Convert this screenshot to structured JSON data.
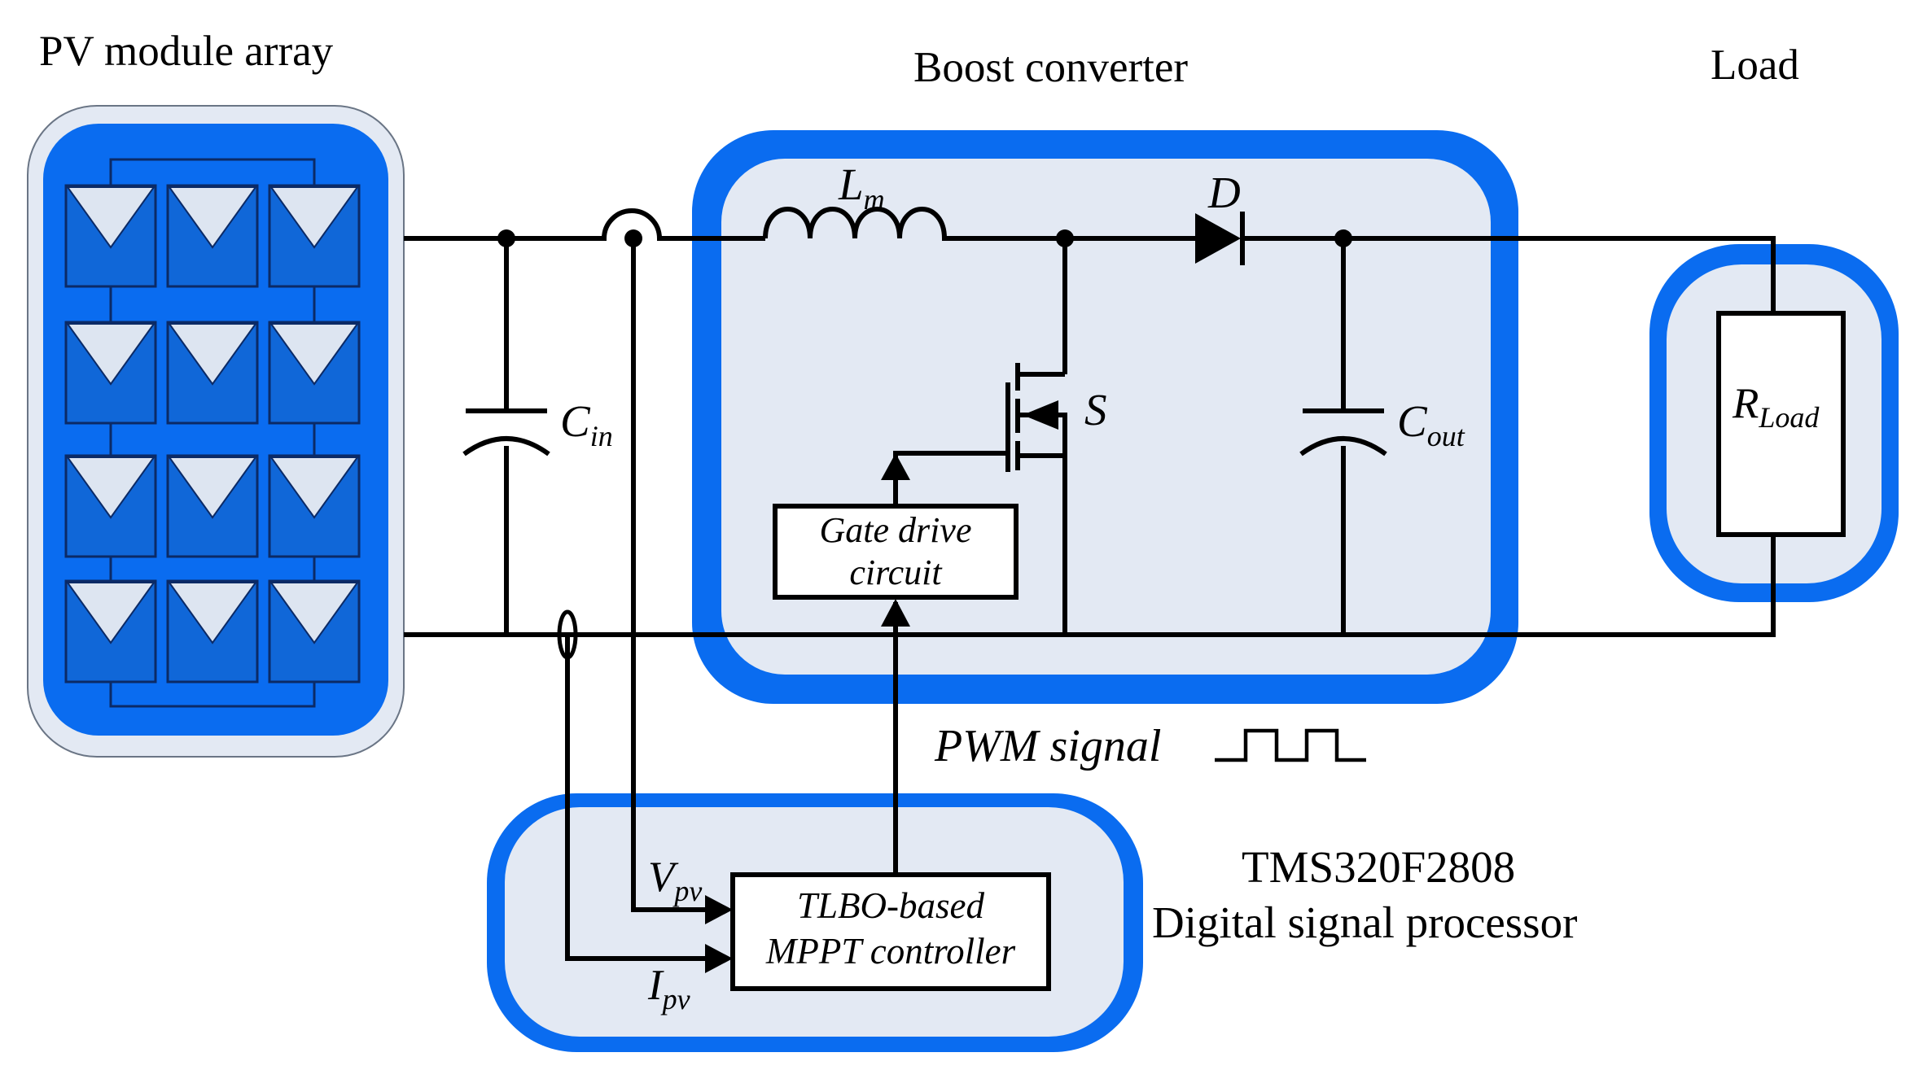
{
  "labels": {
    "pv_array": "PV module array",
    "boost": "Boost converter",
    "load": "Load",
    "dsp_model": "TMS320F2808",
    "dsp_desc": "Digital signal processor",
    "pwm": "PWM signal"
  },
  "components": {
    "inductor": {
      "symbol": "L",
      "sub": "m"
    },
    "diode": "D",
    "switch": "S",
    "cin": {
      "symbol": "C",
      "sub": "in"
    },
    "cout": {
      "symbol": "C",
      "sub": "out"
    },
    "rload": {
      "symbol": "R",
      "sub": "Load"
    }
  },
  "blocks": {
    "gate_drive": {
      "line1": "Gate drive",
      "line2": "circuit"
    },
    "mppt": {
      "line1": "TLBO-based",
      "line2": "MPPT controller"
    }
  },
  "signals": {
    "vpv": {
      "symbol": "V",
      "sub": "pv"
    },
    "ipv": {
      "symbol": "I",
      "sub": "pv"
    }
  },
  "colors": {
    "frame_blue": "#0a6cf0",
    "panel_light": "#e3e9f3",
    "cell_blue": "#1067d8",
    "cell_triangle": "#dde5f1",
    "wire": "#000000"
  }
}
